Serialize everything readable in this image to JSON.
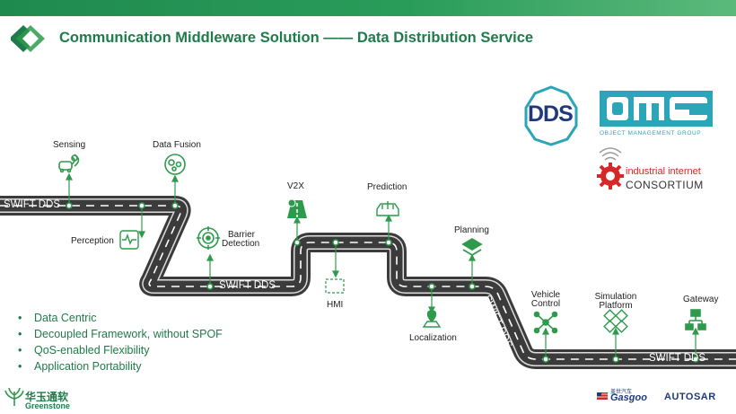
{
  "title": "Communication Middleware Solution —— Data Distribution Service",
  "road_labels": [
    "SWIFT DDS",
    "SWIFT DDS",
    "SWIFT DDS",
    "SWIFT DDS"
  ],
  "nodes": {
    "sensing": "Sensing",
    "data_fusion": "Data Fusion",
    "perception": "Perception",
    "barrier_line1": "Barrier",
    "barrier_line2": "Detection",
    "v2x": "V2X",
    "hmi": "HMI",
    "prediction": "Prediction",
    "planning": "Planning",
    "localization": "Localization",
    "vehicle_line1": "Vehicle",
    "vehicle_line2": "Control",
    "simulation_line1": "Simulation",
    "simulation_line2": "Platform",
    "gateway": "Gateway"
  },
  "bullets": [
    "Data Centric",
    "Decoupled Framework, without SPOF",
    "QoS-enabled Flexibility",
    "Application Portability"
  ],
  "logos": {
    "dds": "DDS",
    "omg": "OMG",
    "omg_sub": "OBJECT MANAGEMENT GROUP",
    "iic_line1": "industrial internet",
    "iic_line2": "CONSORTIUM",
    "greenstone_cn": "华玉通软",
    "greenstone_en": "Greenstone",
    "gasgoo_cn": "盖世汽车",
    "gasgoo": "Gasgoo",
    "autosar": "AUTOSAR"
  },
  "colors": {
    "brand_green": "#1e7b4a",
    "icon_green": "#2e9a4c",
    "road": "#3b3b3b",
    "dds_blue": "#1f3a7a",
    "omg_teal": "#2aa6b8",
    "iic_red": "#d62828"
  }
}
